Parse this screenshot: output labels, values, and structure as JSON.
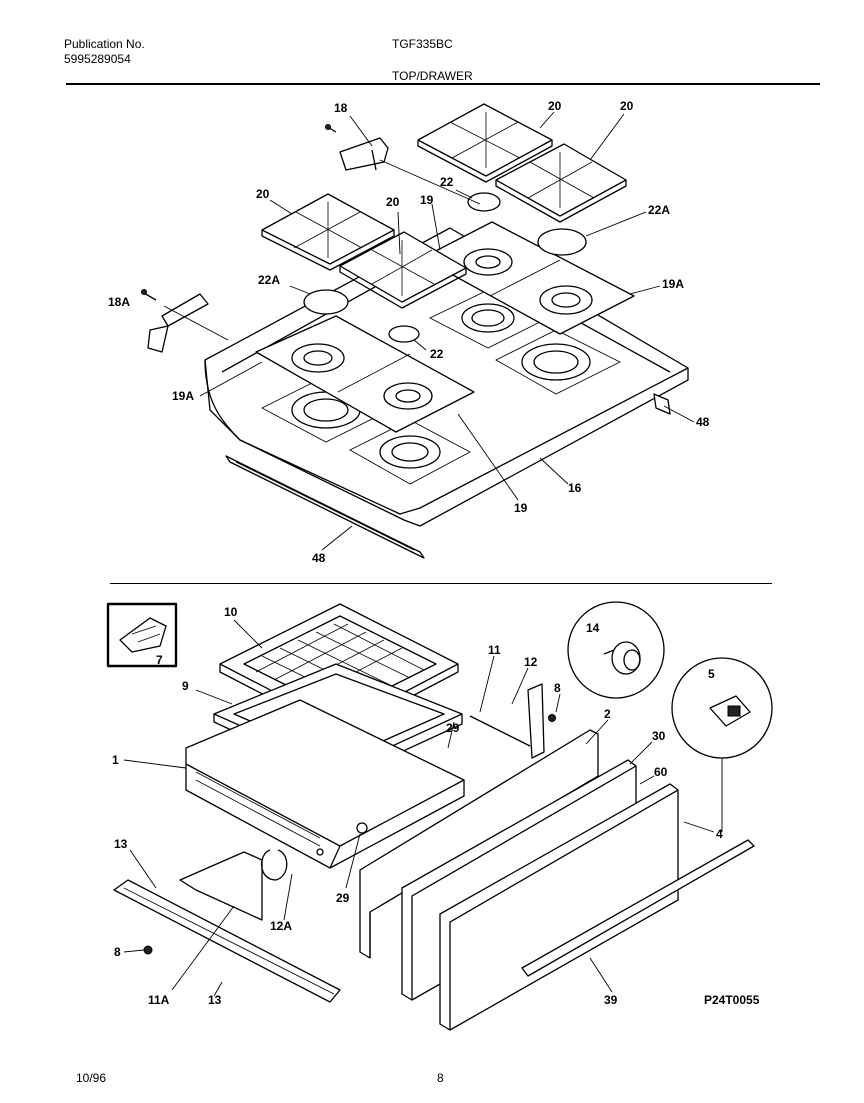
{
  "header": {
    "publication_label": "Publication No.",
    "publication_number": "5995289054",
    "model": "TGF335BC",
    "section": "TOP/DRAWER"
  },
  "footer": {
    "date": "10/96",
    "page": "8"
  },
  "figure_code": "P24T0055",
  "callouts": {
    "c18": "18",
    "c20a": "20",
    "c20b": "20",
    "c20c": "20",
    "c20d": "20",
    "c22a": "22",
    "c22Aa": "22A",
    "c19a": "19",
    "c19Aa": "19A",
    "c18A": "18A",
    "c22Ab": "22A",
    "c22b": "22",
    "c19Ab": "19A",
    "c48a": "48",
    "c16": "16",
    "c19b": "19",
    "c48b": "48",
    "c10": "10",
    "c7": "7",
    "c14": "14",
    "c11": "11",
    "c12": "12",
    "c9": "9",
    "c8a": "8",
    "c2": "2",
    "c5": "5",
    "c29a": "29",
    "c1": "1",
    "c30": "30",
    "c60": "60",
    "c4": "4",
    "c13a": "13",
    "c29b": "29",
    "c12A": "12A",
    "c8b": "8",
    "c11A": "11A",
    "c13b": "13",
    "c39": "39"
  }
}
